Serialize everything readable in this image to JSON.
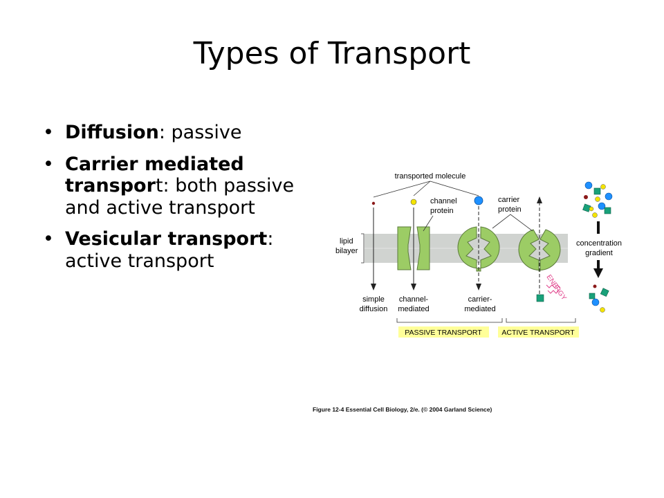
{
  "slide": {
    "title": "Types of Transport"
  },
  "bullets": [
    {
      "bold": "Diffusion",
      "rest": ": passive"
    },
    {
      "bold": "Carrier mediated transpor",
      "rest": "t: both passive and active transport"
    },
    {
      "bold": "Vesicular transport",
      "rest": ": active transport"
    }
  ],
  "figure": {
    "labels": {
      "transported_molecule": "transported molecule",
      "channel_protein_1": "channel",
      "channel_protein_2": "protein",
      "carrier_protein_1": "carrier",
      "carrier_protein_2": "protein",
      "lipid_bilayer_1": "lipid",
      "lipid_bilayer_2": "bilayer",
      "concentration_gradient_1": "concentration",
      "concentration_gradient_2": "gradient",
      "simple_diffusion_1": "simple",
      "simple_diffusion_2": "diffusion",
      "channel_mediated_1": "channel-",
      "channel_mediated_2": "mediated",
      "carrier_mediated_1": "carrier-",
      "carrier_mediated_2": "mediated",
      "energy": "ENERGY",
      "passive_transport": "PASSIVE TRANSPORT",
      "active_transport": "ACTIVE TRANSPORT"
    },
    "colors": {
      "protein_green": "#9ccc65",
      "bilayer_gray": "#d0d3d0",
      "band_yellow": "#ffff99",
      "molecule_blue": "#1e90ff",
      "molecule_yellow": "#f4e400",
      "molecule_green": "#19a17a",
      "molecule_red": "#8b1a1a",
      "energy_pink": "#e0408a"
    },
    "caption": "Figure 12-4  Essential Cell Biology, 2/e. (© 2004 Garland Science)"
  }
}
